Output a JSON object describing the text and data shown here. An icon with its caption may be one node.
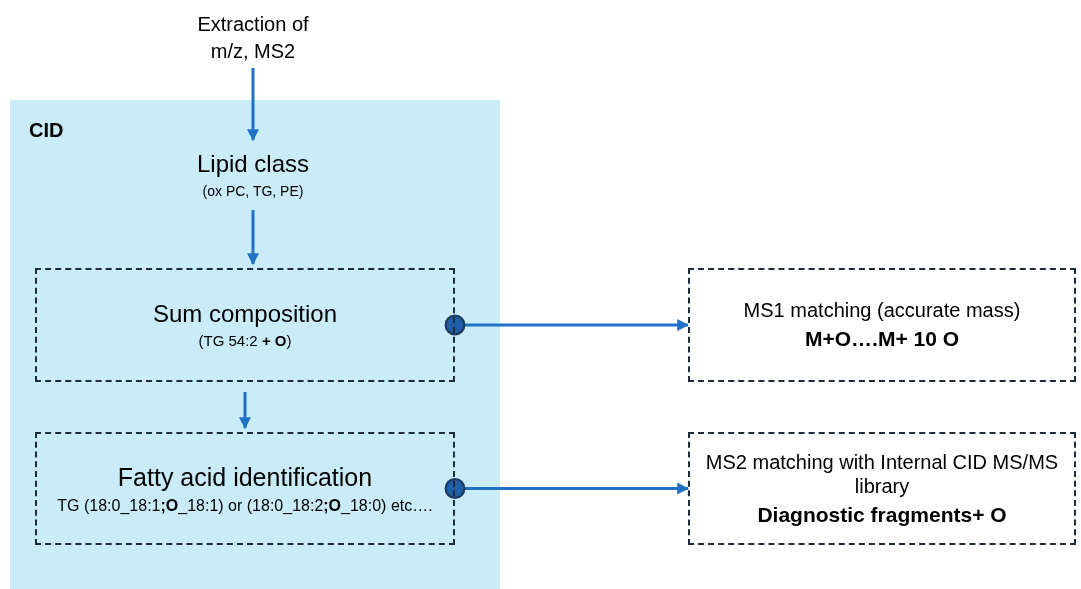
{
  "diagram": {
    "nodes": [
      {
        "text": [
          "Extraction of m/z, MS2"
        ]
      },
      {
        "text": [
          "CID"
        ]
      },
      {
        "text": [
          "Lipid class",
          "(ox PC, TG, PE)"
        ],
        "in": 1
      },
      {
        "text": [
          "Sum composition",
          "(TG 54:2 **+ O**)"
        ],
        "in": 1
      },
      {
        "text": [
          "Fatty acid identification",
          "TG (18:0_18:1**;O**_18:1) or (18:0_18:2**;O**_18:0) etc…."
        ],
        "in": 1
      },
      {
        "text": [
          "MS1 matching (accurate mass)",
          "M+O….M+ 10 O"
        ]
      },
      {
        "text": [
          "MS2 matching with Internal CID MS/MS library",
          "Diagnostic fragments+ O"
        ]
      }
    ],
    "edges": [
      {
        "from": 0,
        "to": 2,
        "arrow": "to"
      },
      {
        "from": 2,
        "to": 3,
        "arrow": "to"
      },
      {
        "from": 3,
        "to": 4,
        "arrow": "to"
      },
      {
        "from": 3,
        "to": 5,
        "arrow": "to"
      },
      {
        "from": 4,
        "to": 6,
        "arrow": "to"
      }
    ]
  }
}
